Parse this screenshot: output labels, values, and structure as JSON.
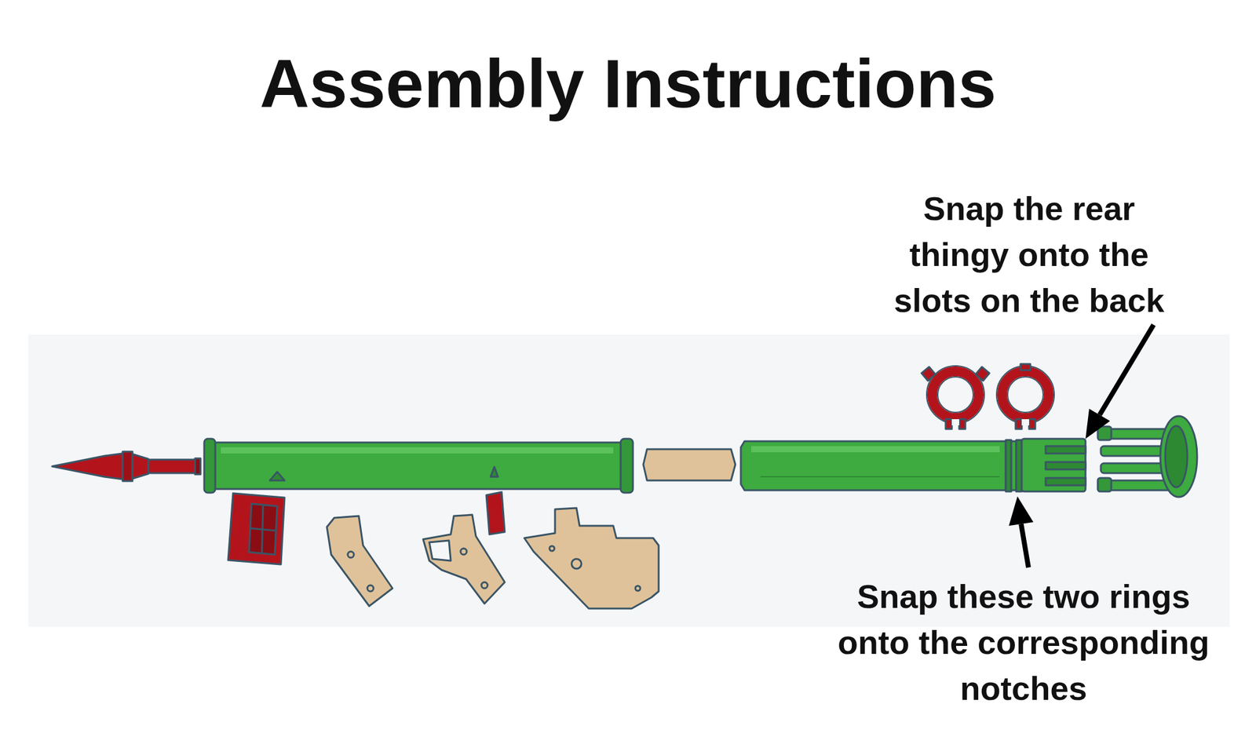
{
  "diagram": {
    "title": "Assembly Instructions",
    "labels": [
      "Snap the rear thingy onto the slots on the back",
      "Snap these two rings onto the corresponding notches"
    ]
  }
}
